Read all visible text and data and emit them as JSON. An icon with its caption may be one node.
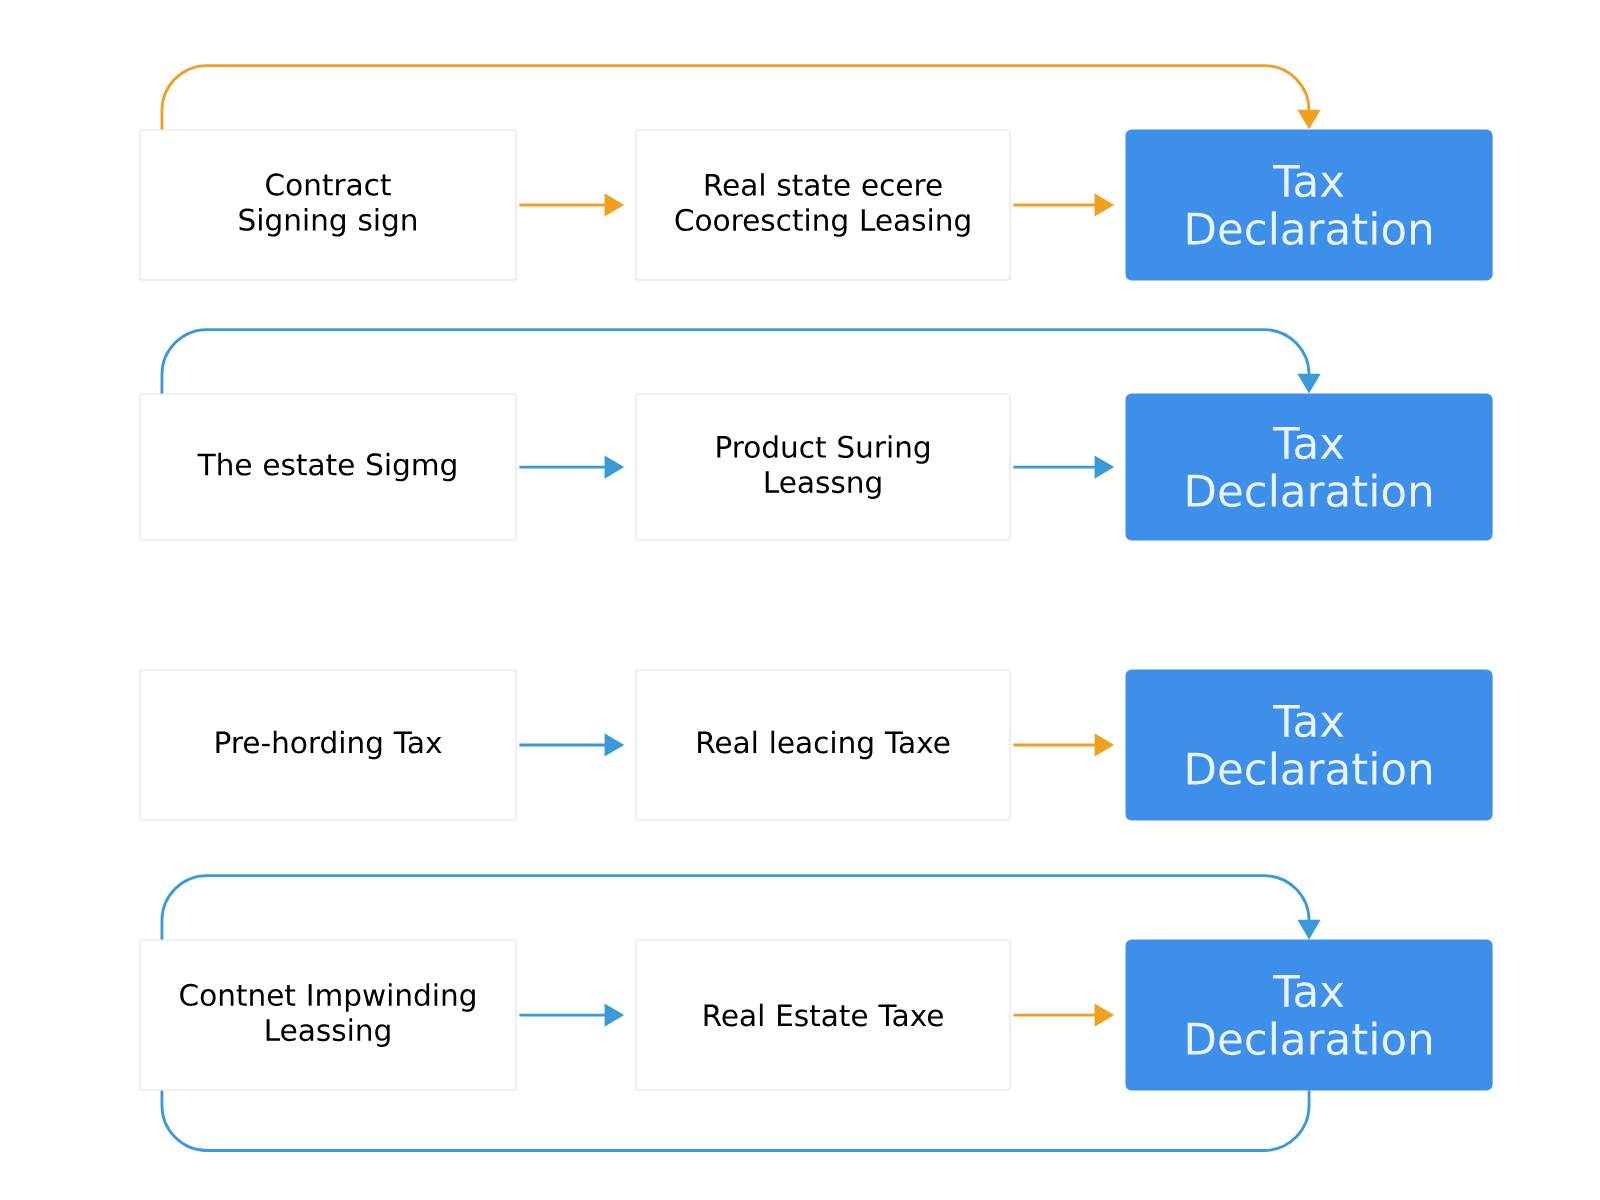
{
  "diagram": {
    "nodes": [
      {
        "text": [
          "Contract Signing sign"
        ]
      },
      {
        "text": [
          "Real state ecere Coorescting Leasing"
        ]
      },
      {
        "text": [
          "Tax Declaration"
        ]
      },
      {
        "text": [
          "The estate Sigmg"
        ]
      },
      {
        "text": [
          "Product Suring Leassng"
        ]
      },
      {
        "text": [
          "Tax Declaration"
        ]
      },
      {
        "text": [
          "Pre-hording Tax"
        ]
      },
      {
        "text": [
          "Real leacing Taxe"
        ]
      },
      {
        "text": [
          "Tax Declaration"
        ]
      },
      {
        "text": [
          "Contnet Impwinding Leassing"
        ]
      },
      {
        "text": [
          "Real Estate Taxe"
        ]
      },
      {
        "text": [
          "Tax Declaration"
        ]
      }
    ],
    "edges": [
      {
        "from": 0,
        "to": 1,
        "arrow": "to",
        "color": "#f0a020"
      },
      {
        "from": 1,
        "to": 2,
        "arrow": "to",
        "color": "#f0a020"
      },
      {
        "from": 0,
        "to": 2,
        "arrow": "to",
        "color": "#f0a020"
      },
      {
        "from": 3,
        "to": 4,
        "arrow": "to"
      },
      {
        "from": 4,
        "to": 5,
        "arrow": "to"
      },
      {
        "from": 3,
        "to": 5,
        "arrow": "to"
      },
      {
        "from": 6,
        "to": 7,
        "arrow": "to"
      },
      {
        "from": 7,
        "to": 8,
        "arrow": "to",
        "color": "#f0a020"
      },
      {
        "from": 9,
        "to": 10,
        "arrow": "to"
      },
      {
        "from": 10,
        "to": 11,
        "arrow": "to",
        "color": "#f0a020"
      },
      {
        "from": 9,
        "to": 11,
        "arrow": "to"
      },
      {
        "from": 9,
        "to": 11,
        "arrow": "none"
      }
    ]
  }
}
